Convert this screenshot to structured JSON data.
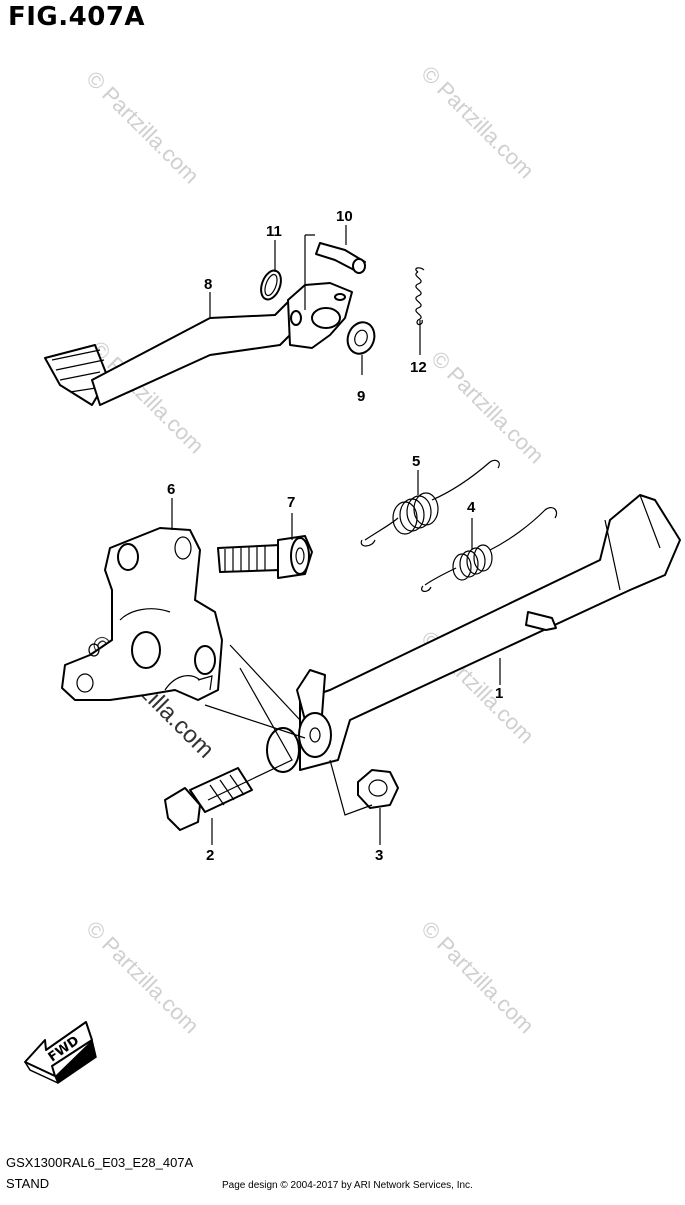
{
  "figure": {
    "title": "FIG.407A",
    "code": "GSX1300RAL6_E03_E28_407A",
    "name": "STAND",
    "credit": "Page design © 2004-2017 by ARI Network Services, Inc."
  },
  "watermark": {
    "text": "© Partzilla.com"
  },
  "callouts": [
    "1",
    "2",
    "3",
    "4",
    "5",
    "6",
    "7",
    "8",
    "9",
    "10",
    "11",
    "12"
  ],
  "fwd_label": "FWD"
}
